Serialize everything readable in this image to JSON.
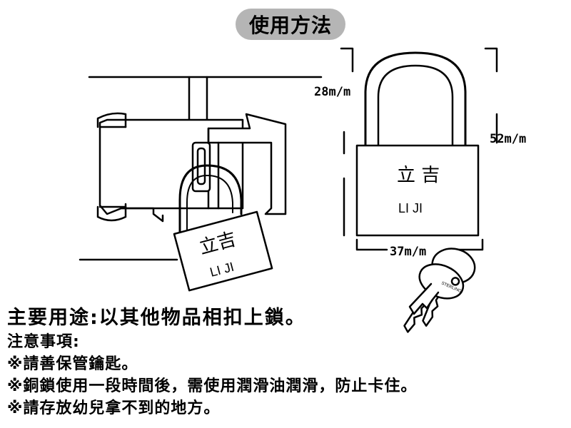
{
  "title": "使用方法",
  "left_lock": {
    "brand_cn": "立吉",
    "brand_en": "LI JI"
  },
  "dimension_diagram": {
    "shackle_height": "28m/m",
    "total_height": "52m/m",
    "body_width": "37m/m",
    "brand_cn": "立 吉",
    "brand_en": "LI JI"
  },
  "key_marking": "STERLING",
  "notes": {
    "main_use": "主要用途:以其他物品相扣上鎖。",
    "heading": "注意事項:",
    "items": [
      "※請善保管鑰匙。",
      "※銅鎖使用一段時間後，需使用潤滑油潤滑，防止卡住。",
      "※請存放幼兒拿不到的地方。"
    ]
  }
}
